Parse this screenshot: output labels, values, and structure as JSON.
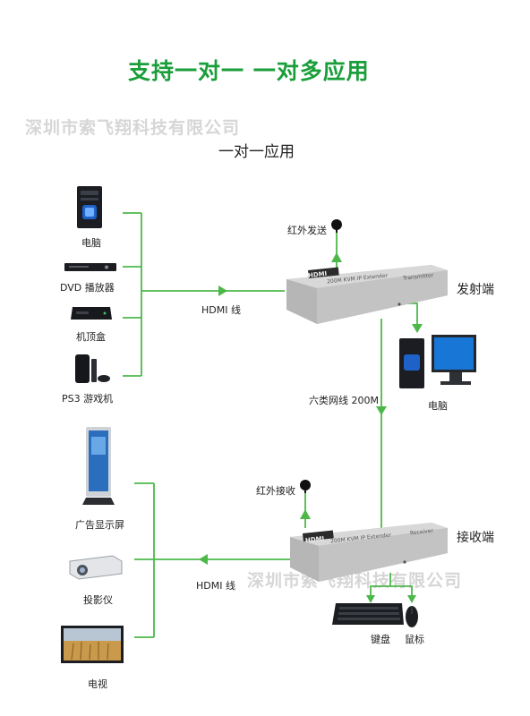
{
  "headline": "支持一对一   一对多应用",
  "watermark": "深圳市索飞翔科技有限公司",
  "subheading": "一对一应用",
  "sources": [
    {
      "label": "电脑",
      "icon": "pc-tower-icon"
    },
    {
      "label": "DVD 播放器",
      "icon": "dvd-player-icon"
    },
    {
      "label": "机顶盒",
      "icon": "set-top-box-icon"
    },
    {
      "label": "PS3 游戏机",
      "icon": "ps3-console-icon"
    }
  ],
  "displays": [
    {
      "label": "广告显示屏",
      "icon": "kiosk-display-icon"
    },
    {
      "label": "投影仪",
      "icon": "projector-icon"
    },
    {
      "label": "电视",
      "icon": "tv-icon"
    }
  ],
  "hdmi_in_label": "HDMI 线",
  "hdmi_out_label": "HDMI 线",
  "cable_label": "六类网线 200M",
  "ir_send_label": "红外发送",
  "ir_receive_label": "红外接收",
  "transmitter": {
    "side_label": "发射端",
    "logo": "HDMI",
    "model": "200M KVM IP Extender",
    "role": "Transmitter"
  },
  "receiver": {
    "side_label": "接收端",
    "logo": "HDMI",
    "model": "200M KVM IP Extender",
    "role": "Receiver"
  },
  "local_pc_label": "电脑",
  "keyboard_label": "键盘",
  "mouse_label": "鼠标",
  "colors": {
    "accent_green": "#1a9e3a",
    "wire_green": "#4cb84a",
    "device_silver": "#c9c9c9"
  }
}
